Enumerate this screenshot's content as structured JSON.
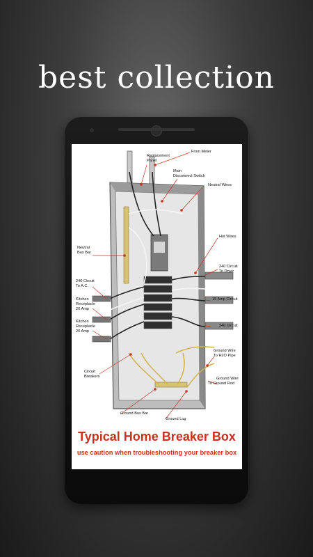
{
  "headline": "best collection",
  "diagram": {
    "labels": {
      "replacement_panel": [
        "Replacement",
        "Panel"
      ],
      "from_meter": "From Meter",
      "main_disconnect": [
        "Main",
        "Disconnect Switch"
      ],
      "neutral_wires": "Neutral Wires",
      "neutral_bus_bar": [
        "Neutral",
        "Bus Bar"
      ],
      "hot_wires": "Hot Wires",
      "circuit_240_dryer": [
        "240 Circuit",
        "To Dryer"
      ],
      "circuit_240_ac": [
        "240 Circuit",
        "To A.C."
      ],
      "kitchen_1": [
        "Kitchen",
        "Receptacle",
        "20 Amp"
      ],
      "amp_15": "15 Amp Circuit",
      "kitchen_2": [
        "Kitchen",
        "Receptacle",
        "20 Amp"
      ],
      "circuit_240": "240 Circuit",
      "ground_wire_pipe": [
        "Ground Wire",
        "To H2O Pipe"
      ],
      "circuit_breakers": [
        "Circuit",
        "Breakers"
      ],
      "ground_wire_rod": [
        "Ground Wire",
        "To Ground Rod"
      ],
      "ground_bus_bar": "Ground Bus Bar",
      "ground_lug": "Ground Lug"
    },
    "caption_title": "Typical Home Breaker Box",
    "caption_subtitle": "use caution when troubleshooting your breaker box"
  }
}
